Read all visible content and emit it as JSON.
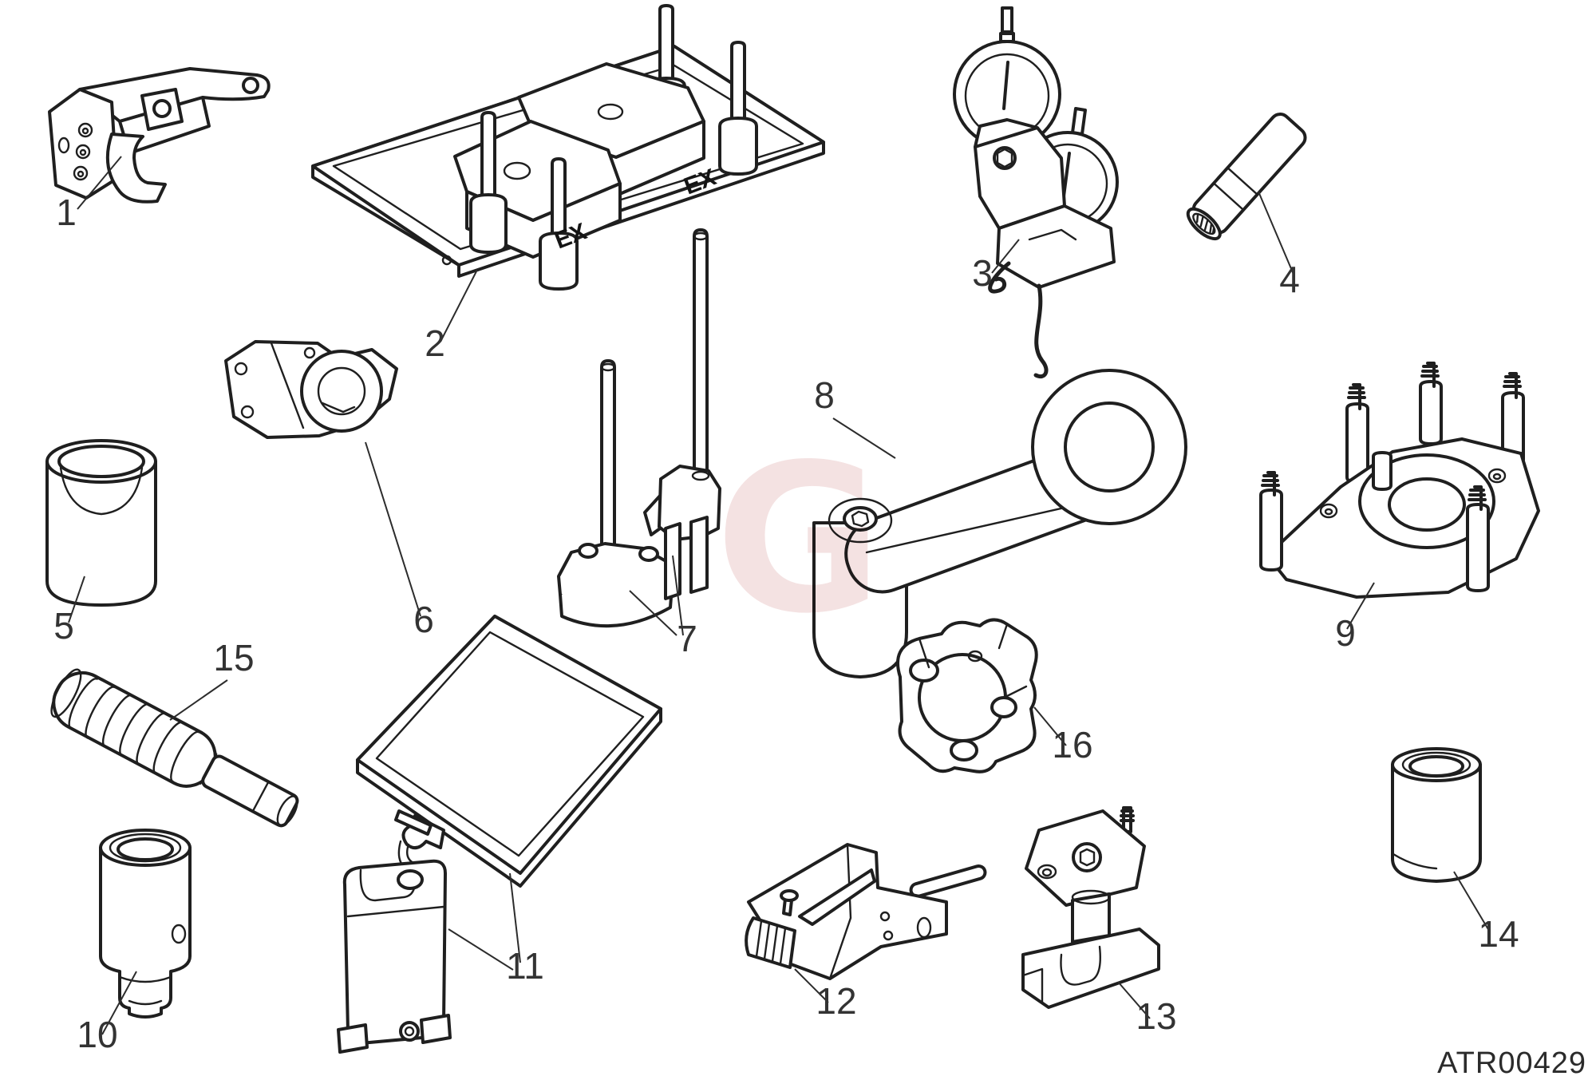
{
  "document": {
    "code": "ATR00429"
  },
  "watermark": {
    "letter": "G"
  },
  "tray_markings": {
    "labels": [
      "EX",
      "EX"
    ]
  },
  "callouts": [
    {
      "number": "1"
    },
    {
      "number": "2"
    },
    {
      "number": "3"
    },
    {
      "number": "4"
    },
    {
      "number": "5"
    },
    {
      "number": "6"
    },
    {
      "number": "7"
    },
    {
      "number": "8"
    },
    {
      "number": "9"
    },
    {
      "number": "10"
    },
    {
      "number": "11"
    },
    {
      "number": "12"
    },
    {
      "number": "13"
    },
    {
      "number": "14"
    },
    {
      "number": "15"
    },
    {
      "number": "16"
    }
  ]
}
